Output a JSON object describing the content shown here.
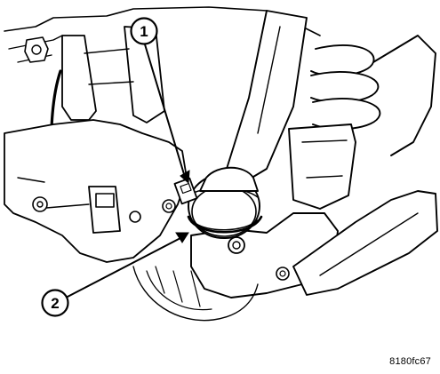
{
  "figure": {
    "callouts": [
      {
        "number": "1"
      },
      {
        "number": "2"
      }
    ],
    "figure_id": "8180fc67"
  },
  "colors": {
    "ink": "#000000",
    "background": "#ffffff"
  }
}
